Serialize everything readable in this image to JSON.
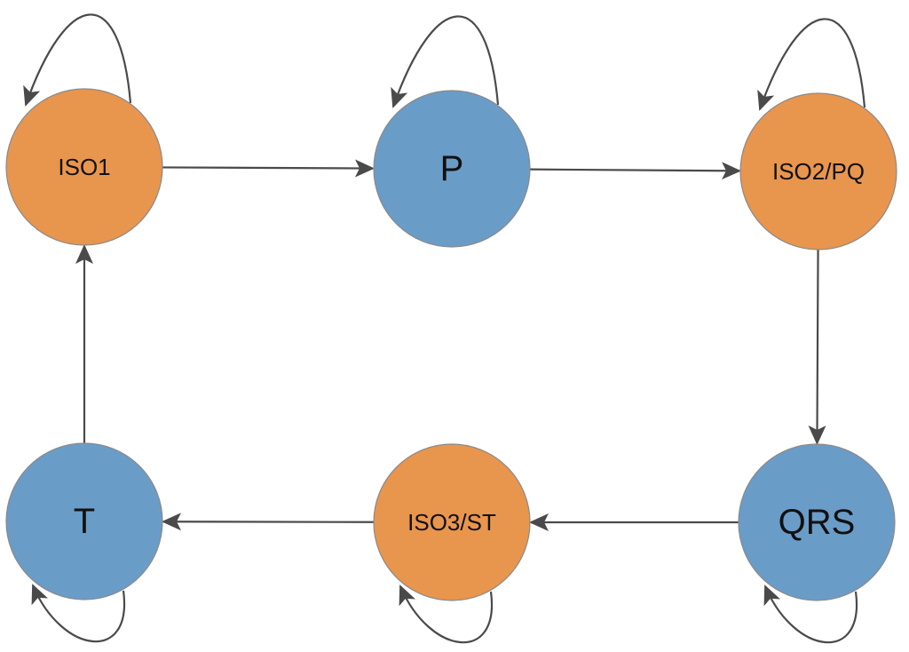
{
  "colors": {
    "orange": "#E8954E",
    "blue": "#6A9CC8",
    "arrow": "#4A4A4A"
  },
  "nodes": [
    {
      "id": "iso1",
      "label": "ISO1",
      "color": "orange"
    },
    {
      "id": "p",
      "label": "P",
      "color": "blue"
    },
    {
      "id": "iso2pq",
      "label": "ISO2/PQ",
      "color": "orange"
    },
    {
      "id": "qrs",
      "label": "QRS",
      "color": "blue"
    },
    {
      "id": "iso3st",
      "label": "ISO3/ST",
      "color": "orange"
    },
    {
      "id": "t",
      "label": "T",
      "color": "blue"
    }
  ],
  "edges": [
    {
      "from": "iso1",
      "to": "p"
    },
    {
      "from": "p",
      "to": "iso2pq"
    },
    {
      "from": "iso2pq",
      "to": "qrs"
    },
    {
      "from": "qrs",
      "to": "iso3st"
    },
    {
      "from": "iso3st",
      "to": "t"
    },
    {
      "from": "t",
      "to": "iso1"
    }
  ],
  "self_loops": [
    "iso1",
    "p",
    "iso2pq",
    "qrs",
    "iso3st",
    "t"
  ]
}
